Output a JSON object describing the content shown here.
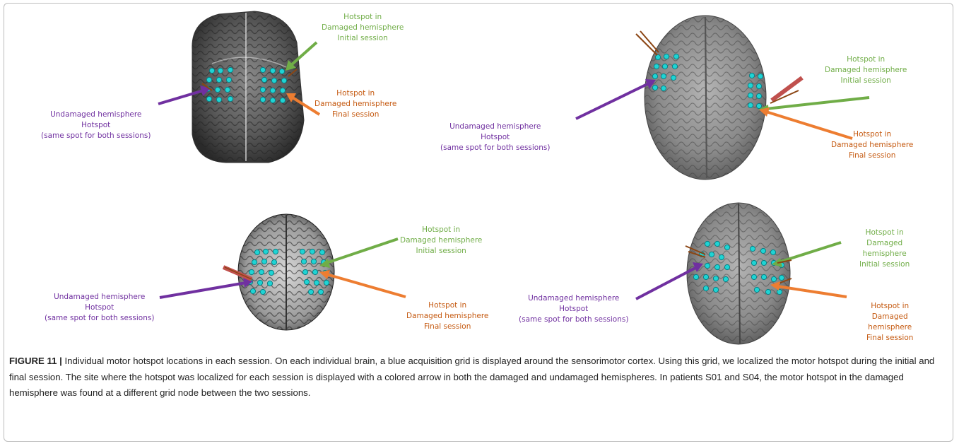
{
  "panels": [
    {
      "id": "top-left",
      "green_label": [
        "Hotspot in",
        "Damaged hemisphere",
        "Initial session"
      ],
      "orange_label": [
        "Hotspot in",
        "Damaged hemisphere",
        "Final session"
      ],
      "purple_label": [
        "Undamaged hemisphere",
        "Hotspot",
        "(same spot for both sessions)"
      ]
    },
    {
      "id": "top-right",
      "green_label": [
        "Hotspot in",
        "Damaged hemisphere",
        "Initial session"
      ],
      "orange_label": [
        "Hotspot in",
        "Damaged hemisphere",
        "Final session"
      ],
      "purple_label": [
        "Undamaged hemisphere",
        "Hotspot",
        "(same spot for both sessions)"
      ]
    },
    {
      "id": "bottom-left",
      "green_label": [
        "Hotspot in",
        "Damaged hemisphere",
        "Initial session"
      ],
      "orange_label": [
        "Hotspot in",
        "Damaged hemisphere",
        "Final session"
      ],
      "purple_label": [
        "Undamaged hemisphere",
        "Hotspot",
        "(same spot for both sessions)"
      ]
    },
    {
      "id": "bottom-right",
      "green_label": [
        "Hotspot in",
        "Damaged",
        "hemisphere",
        "Initial session"
      ],
      "orange_label": [
        "Hotspot in",
        "Damaged",
        "hemisphere",
        "Final session"
      ],
      "purple_label": [
        "Undamaged hemisphere",
        "Hotspot",
        "(same spot for both sessions)"
      ]
    }
  ],
  "colors": {
    "green": "#70ad47",
    "orange": "#ed7d31",
    "purple": "#7030a0",
    "grid_node": "#1fd4d4"
  },
  "caption": {
    "figure_label": "FIGURE 11 |",
    "text": " Individual motor hotspot locations in each session. On each individual brain, a blue acquisition grid is displayed around the sensorimotor cortex. Using this grid, we localized the motor hotspot during the initial and final session. The site where the hotspot was localized for each session is displayed with a colored arrow in both the damaged and undamaged hemispheres. In patients S01 and S04, the motor hotspot in the damaged hemisphere was found at a different grid node between the two sessions."
  }
}
